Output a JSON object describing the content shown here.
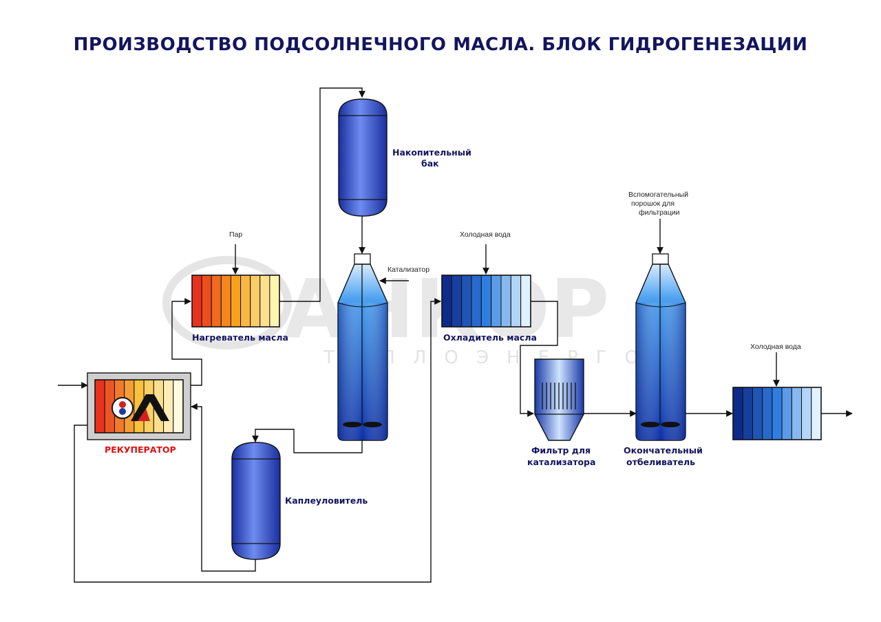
{
  "title": "ПРОИЗВОДСТВО ПОДСОЛНЕЧНОГО МАСЛА. БЛОК ГИДРОГЕНЕЗАЦИИ",
  "watermark": {
    "brand": "АНКОР",
    "sub": "ТЕПЛОЭНЕРГО"
  },
  "equipment": {
    "storage_tank": "Накопительный бак",
    "heater": "Нагреватель масла",
    "cooler": "Охладитель масла",
    "recuperator": "РЕКУПЕРАТОР",
    "droplet_catcher": "Каплеуловитель",
    "catalyst_filter": "Фильтр для катализатора",
    "final_bleacher": "Окончательный отбеливатель"
  },
  "streams": {
    "steam": "Пар",
    "catalyst": "Катализатор",
    "cold_water_1": "Холодная вода",
    "filter_aid": "Вспомогательный порошок для фильтрации",
    "cold_water_2": "Холодная вода"
  },
  "colors": {
    "title": "#14155f",
    "recuperator_label": "#e01010",
    "vessel_blue": "#1e3fbf",
    "heater_hot": "#e8321e",
    "heater_warm": "#fff5b0",
    "cooler_dark": "#0e2a8a",
    "cooler_light": "#dff2ff"
  }
}
